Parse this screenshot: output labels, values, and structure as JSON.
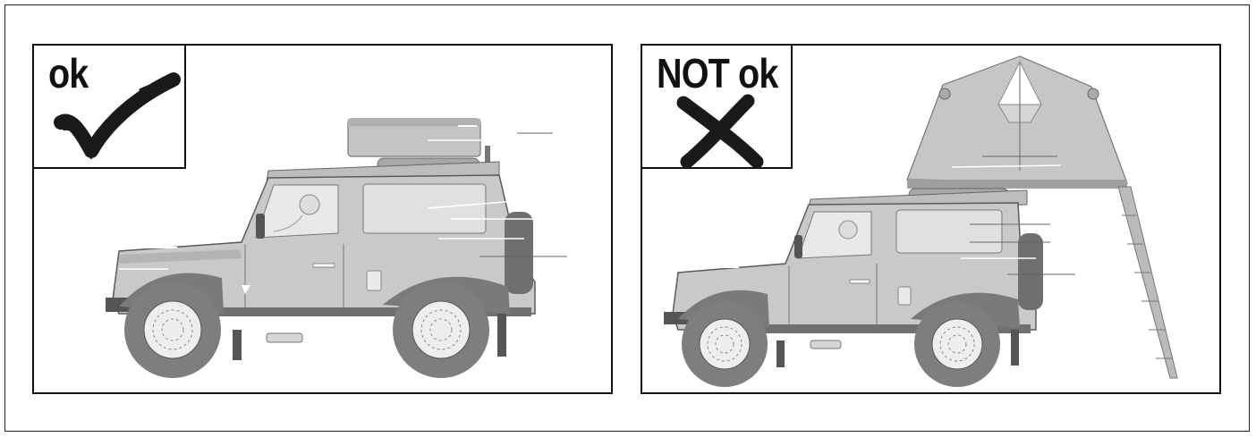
{
  "panels": [
    {
      "label": "ok",
      "status": "correct",
      "mark_icon": "checkmark-icon",
      "roof_load": "roof-box"
    },
    {
      "label": "NOT ok",
      "status": "incorrect",
      "mark_icon": "cross-icon",
      "roof_load": "roof-tent-with-ladder"
    }
  ],
  "colors": {
    "border": "#111111",
    "body": "#c9c9c9",
    "body_dark": "#8f8f8f",
    "tyre": "#7e7e7e",
    "mark": "#1a1a1a"
  }
}
